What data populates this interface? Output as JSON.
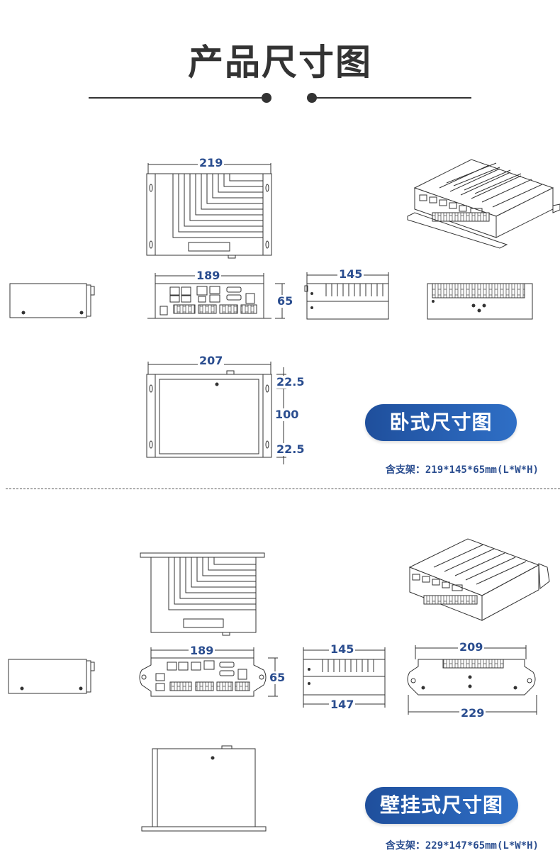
{
  "title": "产品尺寸图",
  "horizontal": {
    "badge": "卧式尺寸图",
    "spec": "含支架：219*145*65mm(L*W*H)",
    "dims": {
      "width_top": "219",
      "front_width": "189",
      "height": "65",
      "side_width": "145",
      "bottom_width": "207",
      "gap_top": "22.5",
      "gap_mid": "100",
      "gap_bottom": "22.5"
    }
  },
  "wall": {
    "badge": "壁挂式尺寸图",
    "spec": "含支架：229*147*65mm(L*W*H)",
    "dims": {
      "front_width": "189",
      "height": "65",
      "side_top": "145",
      "side_bottom": "147",
      "mount_top": "209",
      "mount_bottom": "229"
    }
  },
  "colors": {
    "dimension_text": "#2a4d8f",
    "badge_start": "#1f4f9c",
    "badge_end": "#2f6fc6",
    "title": "#333333"
  }
}
